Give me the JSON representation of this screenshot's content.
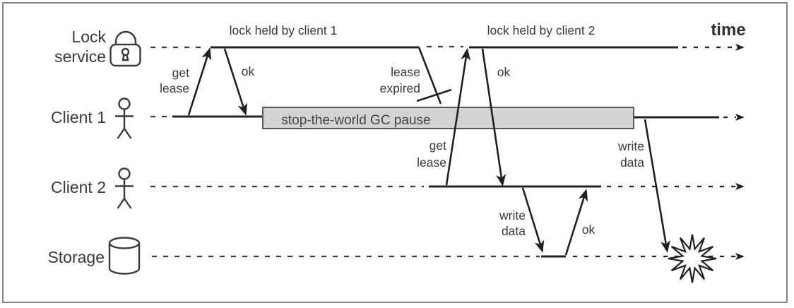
{
  "diagram": {
    "time_label": "time",
    "lanes": [
      {
        "name": "lock-service",
        "label_line1": "Lock",
        "label_line2": "service",
        "icon": "padlock-icon"
      },
      {
        "name": "client-1",
        "label": "Client 1",
        "icon": "person-icon"
      },
      {
        "name": "client-2",
        "label": "Client 2",
        "icon": "person-icon"
      },
      {
        "name": "storage",
        "label": "Storage",
        "icon": "database-icon"
      }
    ],
    "spans": {
      "lock_held_1": "lock held by client 1",
      "lock_held_2": "lock held by client 2",
      "gc_pause": "stop-the-world GC pause"
    },
    "events": {
      "lease_expired_line1": "lease",
      "lease_expired_line2": "expired"
    },
    "messages": {
      "get_lease_1_line1": "get",
      "get_lease_1_line2": "lease",
      "ok_1": "ok",
      "get_lease_2_line1": "get",
      "get_lease_2_line2": "lease",
      "ok_2": "ok",
      "write_data_2_line1": "write",
      "write_data_2_line2": "data",
      "ok_3": "ok",
      "write_data_1_line1": "write",
      "write_data_1_line2": "data"
    },
    "colors": {
      "line": "#231f20",
      "text": "#3a3a3a",
      "gc_fill": "#d3d3d3",
      "gc_border": "#58595b",
      "frame": "#858585",
      "background": "#ffffff"
    }
  }
}
